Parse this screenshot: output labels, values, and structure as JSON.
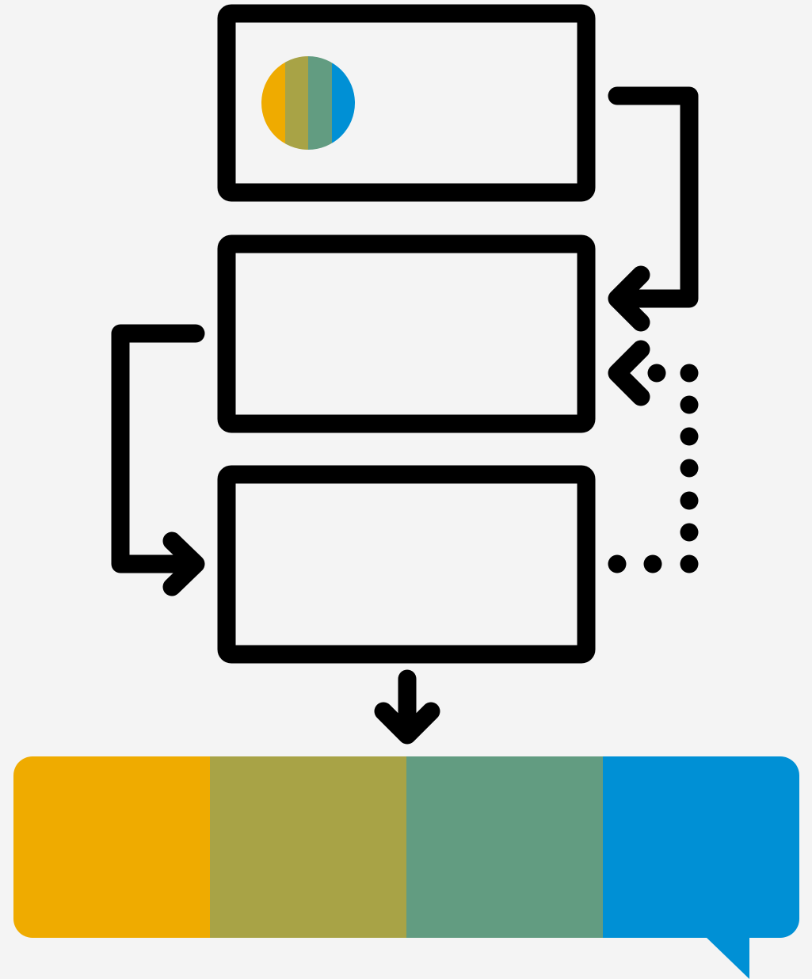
{
  "diagram": {
    "background": "#f4f4f4",
    "stroke_color": "#000000",
    "palette": [
      "#efab00",
      "#a8a346",
      "#629c81",
      "#0090d5"
    ],
    "boxes": [
      {
        "id": "top",
        "badge": true
      },
      {
        "id": "middle",
        "badge": false
      },
      {
        "id": "bottom",
        "badge": false
      }
    ],
    "connectors": [
      {
        "from": "top",
        "to": "middle",
        "style": "solid",
        "side": "right"
      },
      {
        "from": "bottom",
        "to": "middle",
        "style": "dotted",
        "side": "right"
      },
      {
        "from": "middle",
        "to": "bottom",
        "style": "solid",
        "side": "left"
      },
      {
        "from": "bottom",
        "to": "output-bar",
        "style": "solid",
        "side": "bottom"
      }
    ],
    "output_bar": {
      "segments": 4,
      "has_speech_tail": true
    }
  }
}
